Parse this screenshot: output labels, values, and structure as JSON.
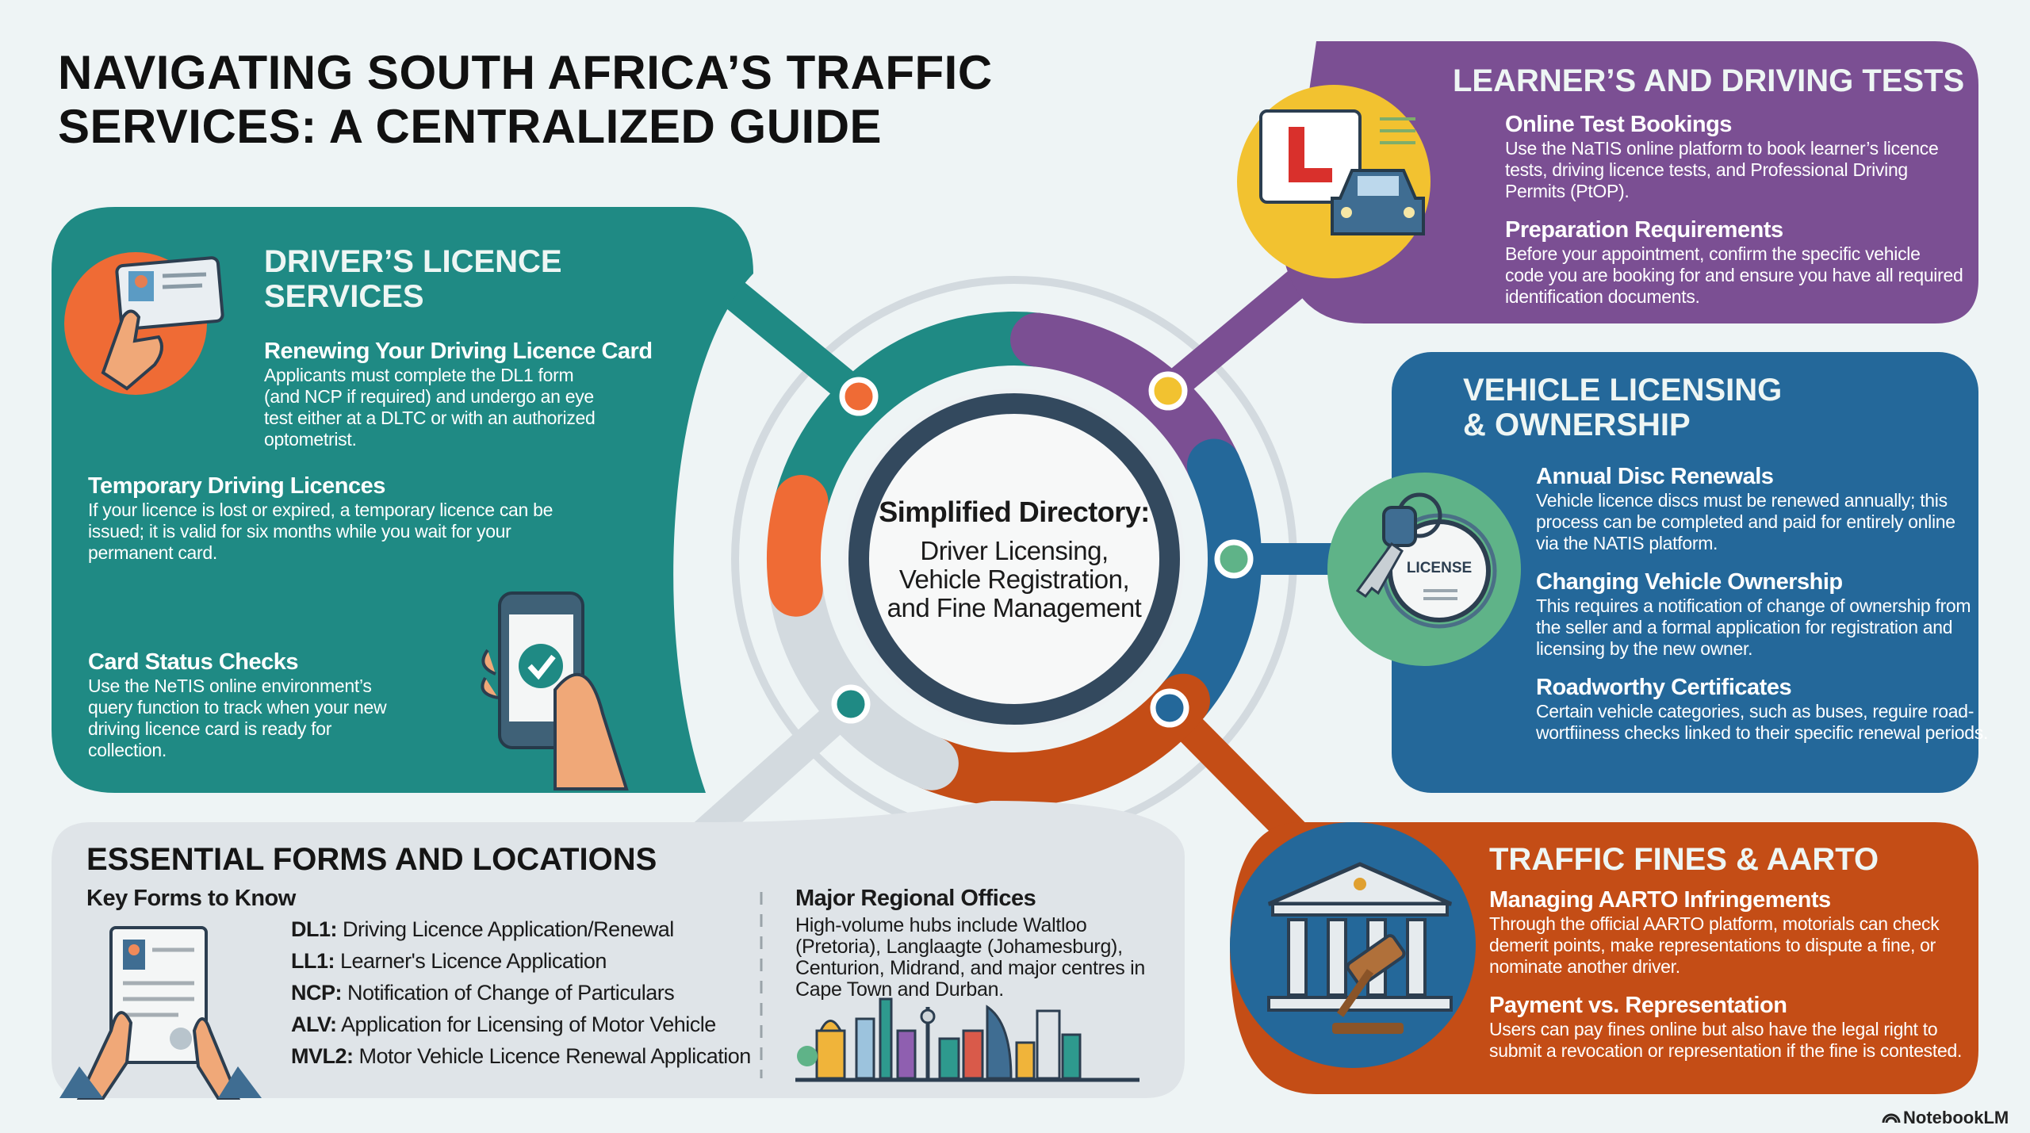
{
  "title": [
    "NAVIGATING SOUTH AFRICA’S TRAFFIC",
    "SERVICES: A CENTRALIZED GUIDE"
  ],
  "colors": {
    "teal": "#1f8a84",
    "purple": "#7b4f93",
    "blue": "#24689a",
    "rust": "#c44d16",
    "orange": "#ef6b35",
    "yellow": "#f2c230",
    "green": "#5fb388",
    "gray_panel": "#dfe4e8",
    "navy_ring": "#33495e"
  },
  "center": {
    "heading": "Simplified Directory:",
    "lines": [
      "Driver Licensing,",
      "Vehicle Registration,",
      "and Fine Management"
    ]
  },
  "drivers": {
    "heading": [
      "DRIVER’S LICENCE",
      "SERVICES"
    ],
    "icon": "licence-card-hand-icon",
    "sections": [
      {
        "title": "Renewing Your Driving Licence Card",
        "text": [
          "Applicants must complete the DL1 form",
          "(and NCP if required) and undergo an eye",
          "test either at a DLTC or with an authorized",
          "optometrist."
        ]
      },
      {
        "title": "Temporary Driving Licences",
        "text": [
          "If your licence is lost or expired, a temporary licence can be",
          "issued; it is valid for six months while you wait for your",
          "permanent card."
        ]
      },
      {
        "title": "Card Status Checks",
        "text": [
          "Use the NeTIS online environment’s",
          "query function to track when your new",
          "driving licence card is ready for",
          "collection."
        ]
      }
    ]
  },
  "learners": {
    "heading": "LEARNER’S AND DRIVING TESTS",
    "icon": "learner-plate-car-icon",
    "sections": [
      {
        "title": "Online Test Bookings",
        "text": [
          "Use the NaTIS online platform to book learner’s licence",
          "tests, driving licence tests, and Professional Driving",
          "Permits (PtOP)."
        ]
      },
      {
        "title": "Preparation Requirements",
        "text": [
          "Before your appointment, confirm the specific vehicle",
          "code you are booking for and ensure you have all required",
          "identification documents."
        ]
      }
    ]
  },
  "vehicle": {
    "heading": [
      "VEHICLE LICENSING",
      "& OWNERSHIP"
    ],
    "icon": "key-licence-disc-icon",
    "icon_label": "LICENSE",
    "sections": [
      {
        "title": "Annual Disc Renewals",
        "text": [
          "Vehicle licence discs must be renewed annually; this",
          "process can be completed and paid for entirely online",
          "via the NATIS platform."
        ]
      },
      {
        "title": "Changing Vehicle Ownership",
        "text": [
          "This requires a notification of change of ownership from",
          "the seller and a formal application for registration and",
          "licensing by the new owner."
        ]
      },
      {
        "title": "Roadworthy Certificates",
        "text": [
          "Certain vehicle categories, such as buses, reguire road-",
          "wortfiiness checks linked to their specific renewal periods."
        ]
      }
    ]
  },
  "fines": {
    "heading": "TRAFFIC FINES & AARTO",
    "icon": "courthouse-gavel-icon",
    "sections": [
      {
        "title": "Managing AARTO Infringements",
        "text": [
          "Through the official AARTO platform, motorials can check",
          "demerit points, make representations to dispute a fine, or",
          "nominate another driver."
        ]
      },
      {
        "title": "Payment vs. Representation",
        "text": [
          "Users can pay fines online but also have the legal right to",
          "submit a revocation or representation if the fine is contested."
        ]
      }
    ]
  },
  "forms": {
    "heading": "ESSENTIAL FORMS AND LOCATIONS",
    "subheading": "Key Forms to Know",
    "icon": "document-hands-icon",
    "items": [
      {
        "code": "DL1:",
        "desc": " Driving Licence Application/Renewal"
      },
      {
        "code": "LL1:",
        "desc": " Learner's Licence Application"
      },
      {
        "code": "NCP:",
        "desc": " Notification of Change of Particulars"
      },
      {
        "code": "ALV:",
        "desc": " Application for Licensing of Motor Vehicle"
      },
      {
        "code": "MVL2:",
        "desc": " Motor Vehicle Licence Renewal Application"
      }
    ],
    "offices_heading": "Major Regional Offices",
    "offices_text": [
      "High-volume hubs include Waltloo",
      "(Pretoria), Langlaagte (Johamesburg),",
      "Centurion, Midrand, and major centres in",
      "Cape Town and Durban."
    ],
    "skyline_icon": "city-skyline-icon"
  },
  "brand": "NotebookLM"
}
